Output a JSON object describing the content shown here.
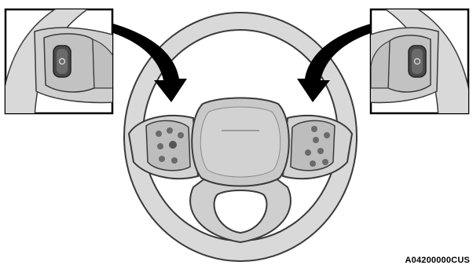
{
  "figure": {
    "reference_code": "A04200000CUS",
    "subject": "steering-wheel",
    "callouts": [
      "left-rear-switch-detail",
      "right-rear-switch-detail"
    ]
  },
  "colors": {
    "wheel_fill": "#d9d9d9",
    "wheel_stroke": "#3a3a3a",
    "hub_fill": "#c9c9c9",
    "switch_fill": "#4a4a4a",
    "arrow_fill": "#000000",
    "frame_stroke": "#000000"
  }
}
